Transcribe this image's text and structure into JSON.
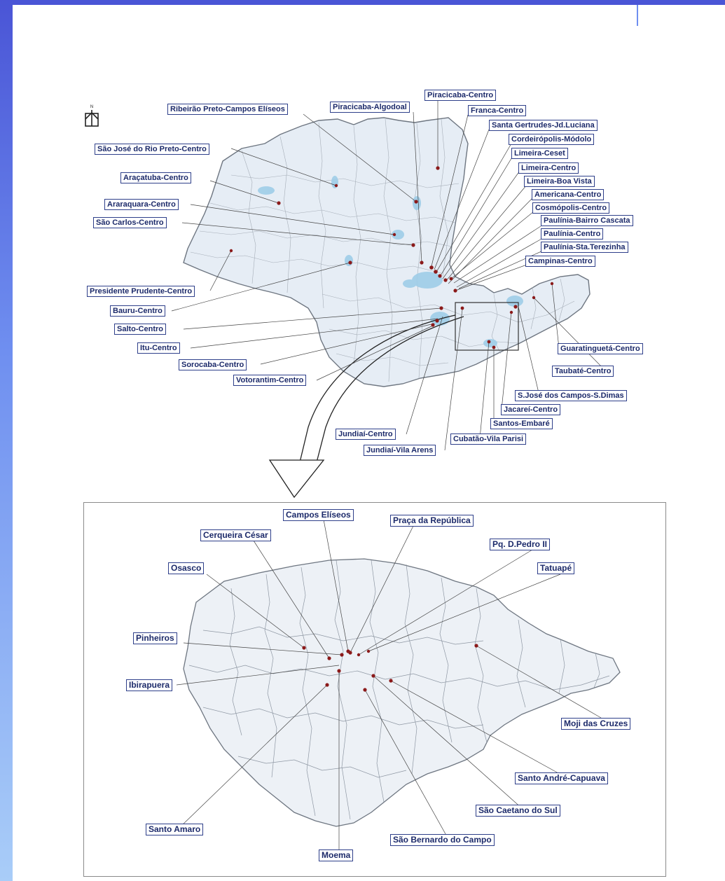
{
  "colors": {
    "region_fill": "#e6edf5",
    "region_stroke": "#8e97a3",
    "water": "#9fcde8",
    "dot": "#8b1a1a",
    "label_border": "#2e3f8a",
    "label_text": "#1c2a6a"
  },
  "icons": {
    "north": "north-arrow-icon"
  },
  "state_map": {
    "labels": [
      {
        "id": "piracicaba-centro",
        "text": "Piracicaba-Centro"
      },
      {
        "id": "ribeirao-preto",
        "text": "Ribeirão Preto-Campos Elíseos"
      },
      {
        "id": "piracicaba-algodoal",
        "text": "Piracicaba-Algodoal"
      },
      {
        "id": "franca-centro",
        "text": "Franca-Centro"
      },
      {
        "id": "santa-gertrudes",
        "text": "Santa Gertrudes-Jd.Luciana"
      },
      {
        "id": "cordeiropolis",
        "text": "Cordeirópolis-Módolo"
      },
      {
        "id": "sao-jose-rio-preto",
        "text": "São José do Rio Preto-Centro"
      },
      {
        "id": "limeira-ceset",
        "text": "Limeira-Ceset"
      },
      {
        "id": "limeira-centro",
        "text": "Limeira-Centro"
      },
      {
        "id": "aracatuba",
        "text": "Araçatuba-Centro"
      },
      {
        "id": "limeira-boa-vista",
        "text": "Limeira-Boa Vista"
      },
      {
        "id": "americana",
        "text": "Americana-Centro"
      },
      {
        "id": "araraquara",
        "text": "Araraquara-Centro"
      },
      {
        "id": "cosmopolis",
        "text": "Cosmópolis-Centro"
      },
      {
        "id": "paulinia-cascata",
        "text": "Paulínia-Bairro Cascata"
      },
      {
        "id": "sao-carlos",
        "text": "São Carlos-Centro"
      },
      {
        "id": "paulinia-centro",
        "text": "Paulínia-Centro"
      },
      {
        "id": "paulinia-sta-terezinha",
        "text": "Paulínia-Sta.Terezinha"
      },
      {
        "id": "campinas",
        "text": "Campinas-Centro"
      },
      {
        "id": "presidente-prudente",
        "text": "Presidente Prudente-Centro"
      },
      {
        "id": "bauru",
        "text": "Bauru-Centro"
      },
      {
        "id": "salto",
        "text": "Salto-Centro"
      },
      {
        "id": "itu",
        "text": "Itu-Centro"
      },
      {
        "id": "guaratingueta",
        "text": "Guaratinguetá-Centro"
      },
      {
        "id": "sorocaba",
        "text": "Sorocaba-Centro"
      },
      {
        "id": "taubate",
        "text": "Taubaté-Centro"
      },
      {
        "id": "votorantim",
        "text": "Votorantim-Centro"
      },
      {
        "id": "sjc",
        "text": "S.José dos Campos-S.Dimas"
      },
      {
        "id": "jacarei",
        "text": "Jacareí-Centro"
      },
      {
        "id": "santos",
        "text": "Santos-Embaré"
      },
      {
        "id": "jundiai-centro",
        "text": "Jundiaí-Centro"
      },
      {
        "id": "cubatao",
        "text": "Cubatão-Vila Parisi"
      },
      {
        "id": "jundiai-vila-arens",
        "text": "Jundiaí-Vila Arens"
      }
    ]
  },
  "inset_map": {
    "labels": [
      {
        "id": "campos-eliseos",
        "text": "Campos Elíseos"
      },
      {
        "id": "praca-republica",
        "text": "Praça da República"
      },
      {
        "id": "cerqueira-cesar",
        "text": "Cerqueira César"
      },
      {
        "id": "pq-dpedro",
        "text": "Pq. D.Pedro II"
      },
      {
        "id": "osasco",
        "text": "Osasco"
      },
      {
        "id": "tatuape",
        "text": "Tatuapé"
      },
      {
        "id": "pinheiros",
        "text": "Pinheiros"
      },
      {
        "id": "ibirapuera",
        "text": "Ibirapuera"
      },
      {
        "id": "moji-cruzes",
        "text": "Moji das Cruzes"
      },
      {
        "id": "santo-andre",
        "text": "Santo André-Capuava"
      },
      {
        "id": "sao-caetano",
        "text": "São Caetano do Sul"
      },
      {
        "id": "santo-amaro",
        "text": "Santo Amaro"
      },
      {
        "id": "sao-bernardo",
        "text": "São Bernardo do Campo"
      },
      {
        "id": "moema",
        "text": "Moema"
      }
    ]
  }
}
